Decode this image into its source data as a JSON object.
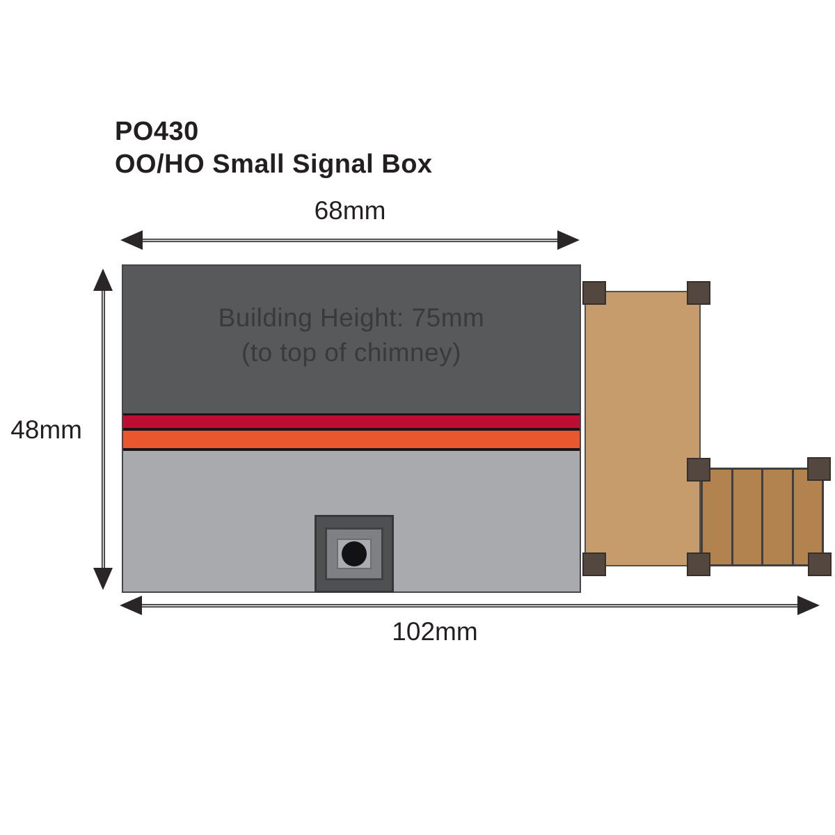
{
  "diagram": {
    "product_code": "PO430",
    "product_name": "OO/HO Small Signal Box",
    "top_width_label": "68mm",
    "left_height_label": "48mm",
    "bottom_width_label": "102mm",
    "roof_note_line1": "Building Height: 75mm",
    "roof_note_line2": "(to top of chimney)"
  },
  "steps": {
    "tread_count": 4
  },
  "colors": {
    "background": "#ffffff",
    "text": "#231f20",
    "roof": "#58595b",
    "roof_text": "#3a393c",
    "red_stripe": "#be0d33",
    "orange_stripe": "#e8572e",
    "wall": "#a8aaad",
    "stripe_divider": "#19151a",
    "chimney_outer": "#4f5052",
    "chimney_mid": "#7e8083",
    "chimney_inner": "#aaacaf",
    "chimney_flue": "#121214",
    "platform": "#c69c6d",
    "steps": "#b3834f",
    "post": "#54473f",
    "post_border": "#36302a",
    "outline": "#3f3f41",
    "dim_line": "#2a2627"
  }
}
